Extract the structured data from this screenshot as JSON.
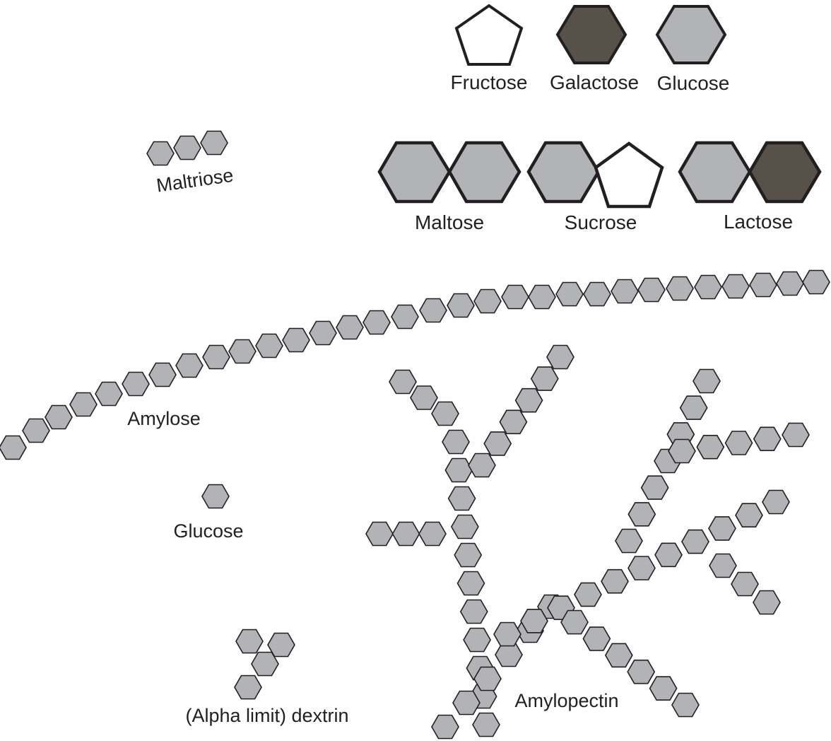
{
  "colors": {
    "glucose_fill": "#b2b3b6",
    "galactose_fill": "#57514a",
    "fructose_fill": "#ffffff",
    "outline": "#231f20"
  },
  "legend": {
    "fructose": "Fructose",
    "galactose": "Galactose",
    "glucose": "Glucose"
  },
  "disaccharides": {
    "maltose": "Maltose",
    "sucrose": "Sucrose",
    "lactose": "Lactose"
  },
  "structures": {
    "maltriose": "Maltriose",
    "amylose": "Amylose",
    "glucose": "Glucose",
    "dextrin": "(Alpha limit) dextrin",
    "amylopectin": "Amylopectin"
  },
  "icons": {
    "glucose": "hexagon-glucose-icon",
    "galactose": "hexagon-galactose-icon",
    "fructose": "pentagon-fructose-icon"
  }
}
